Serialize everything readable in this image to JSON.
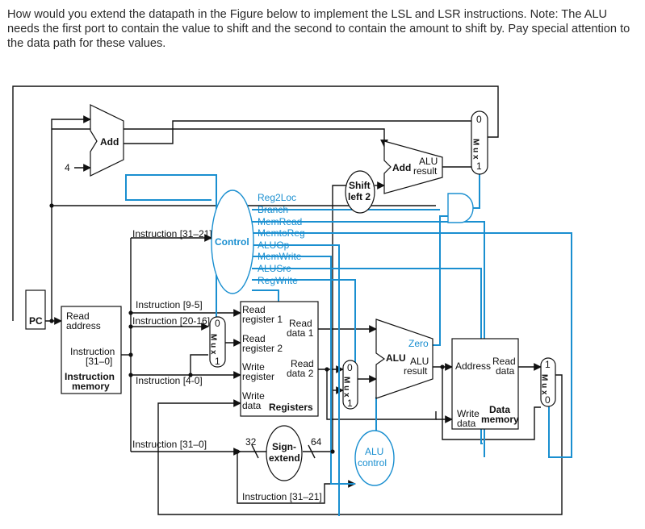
{
  "question": "How would you extend the datapath in the Figure below to implement the LSL and LSR instructions.  Note: The ALU needs the first port to contain the value to shift and the second to contain the amount to shift by. Pay special attention to the data path for these values.",
  "pc": {
    "label": "PC"
  },
  "add_top": {
    "label": "Add",
    "const": "4"
  },
  "shift": {
    "line1": "Shift",
    "line2": "left 2"
  },
  "add_alu": {
    "add": "Add",
    "alu": "ALU",
    "result": "result"
  },
  "mux_top": {
    "in0": "0",
    "letters": "M u x",
    "in1": "1"
  },
  "control": {
    "label": "Control",
    "signals": [
      "Reg2Loc",
      "Branch",
      "MemRead",
      "MemtoReg",
      "ALUOp",
      "MemWrite",
      "ALUSrc",
      "RegWrite"
    ]
  },
  "instr_mem": {
    "read": "Read",
    "address": "address",
    "instr1": "Instruction",
    "instr2": "[31–0]",
    "title1": "Instruction",
    "title2": "memory"
  },
  "instr_fields": {
    "f31_21_ctrl": "Instruction [31–21]",
    "f9_5": "Instruction [9-5]",
    "f20_16": "Instruction [20-16]",
    "f4_0": "Instruction [4-0]",
    "f31_0": "Instruction [31–0]",
    "f31_21_alu": "Instruction [31–21]"
  },
  "mux_reg": {
    "in0": "0",
    "letters": "M u x",
    "in1": "1"
  },
  "registers": {
    "rr1a": "Read",
    "rr1b": "register 1",
    "rd1a": "Read",
    "rd1b": "data 1",
    "rr2a": "Read",
    "rr2b": "register 2",
    "wra": "Write",
    "wrb": "register",
    "rd2a": "Read",
    "rd2b": "data 2",
    "wda": "Write",
    "wdb": "data",
    "title": "Registers"
  },
  "mux_alu": {
    "in0": "0",
    "letters": "M u x",
    "in1": "1"
  },
  "alu": {
    "label": "ALU",
    "zero": "Zero",
    "res1": "ALU",
    "res2": "result"
  },
  "data_mem": {
    "address": "Address",
    "read1": "Read",
    "read2": "data",
    "write1": "Write",
    "write2": "data",
    "title1": "Data",
    "title2": "memory"
  },
  "mux_mem": {
    "in1": "1",
    "letters": "M u x",
    "in0": "0"
  },
  "sign_extend": {
    "line1": "Sign-",
    "line2": "extend",
    "in_bits": "32",
    "out_bits": "64"
  },
  "alu_control": {
    "line1": "ALU",
    "line2": "control"
  }
}
